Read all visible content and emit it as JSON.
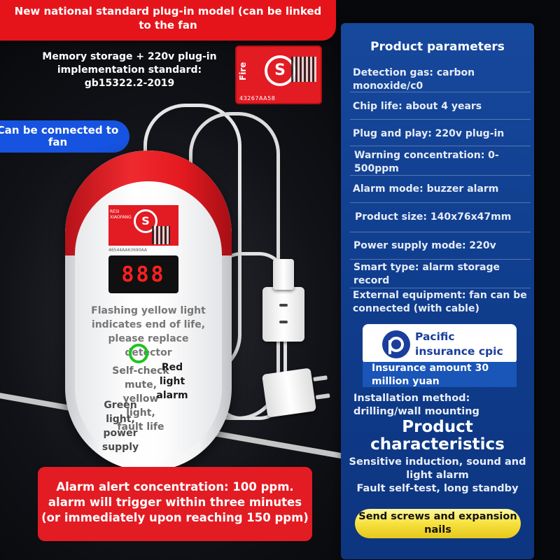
{
  "banner": {
    "text": "New national standard plug-in model (can be linked to the fan"
  },
  "memory": {
    "text": "Memory storage + 220v plug-in implementation standard: gb15322.2-2019"
  },
  "certificate": {
    "fire_label": "Fire",
    "serial": "43267AA58",
    "device_serial": "46544AA63690AA",
    "device_brand": "RESI XIAOFANG"
  },
  "fan_pill": {
    "text": "Can be connected to fan"
  },
  "device": {
    "display": "888",
    "text_life": "Flashing yellow light indicates end of life, please replace detector",
    "text_selfcheck": "Self-check mute, yellow light, fault life",
    "text_red": "Red light alarm",
    "text_green": "Green light, power supply"
  },
  "alarm": {
    "text": "Alarm alert concentration: 100 ppm. alarm will trigger within three minutes (or immediately upon reaching 150 ppm)"
  },
  "params": {
    "title": "Product parameters",
    "items": [
      "Detection gas: carbon monoxide/c0",
      "Chip life: about 4 years",
      "Plug and play: 220v plug-in",
      "Warning concentration: 0-500ppm",
      "Alarm mode: buzzer alarm",
      "Product size: 140x76x47mm",
      "Power supply mode: 220v",
      "Smart type: alarm storage record",
      "External equipment: fan can be connected (with cable)"
    ]
  },
  "insurance": {
    "name": "Pacific insurance cpic",
    "amount": "Insurance amount 30 million yuan"
  },
  "install": {
    "text": "Installation method: drilling/wall mounting"
  },
  "characteristics": {
    "title": "Product characteristics",
    "line1": "Sensitive induction, sound and light alarm",
    "line2": "Fault self-test, long standby"
  },
  "screws": {
    "text": "Send screws and expansion nails"
  },
  "colors": {
    "red": "#e31b23",
    "blue_panel": "#0f3b8a",
    "blue_pill": "#1653e0",
    "yellow": "#f7e13d",
    "green_ring": "#1ec41e"
  }
}
